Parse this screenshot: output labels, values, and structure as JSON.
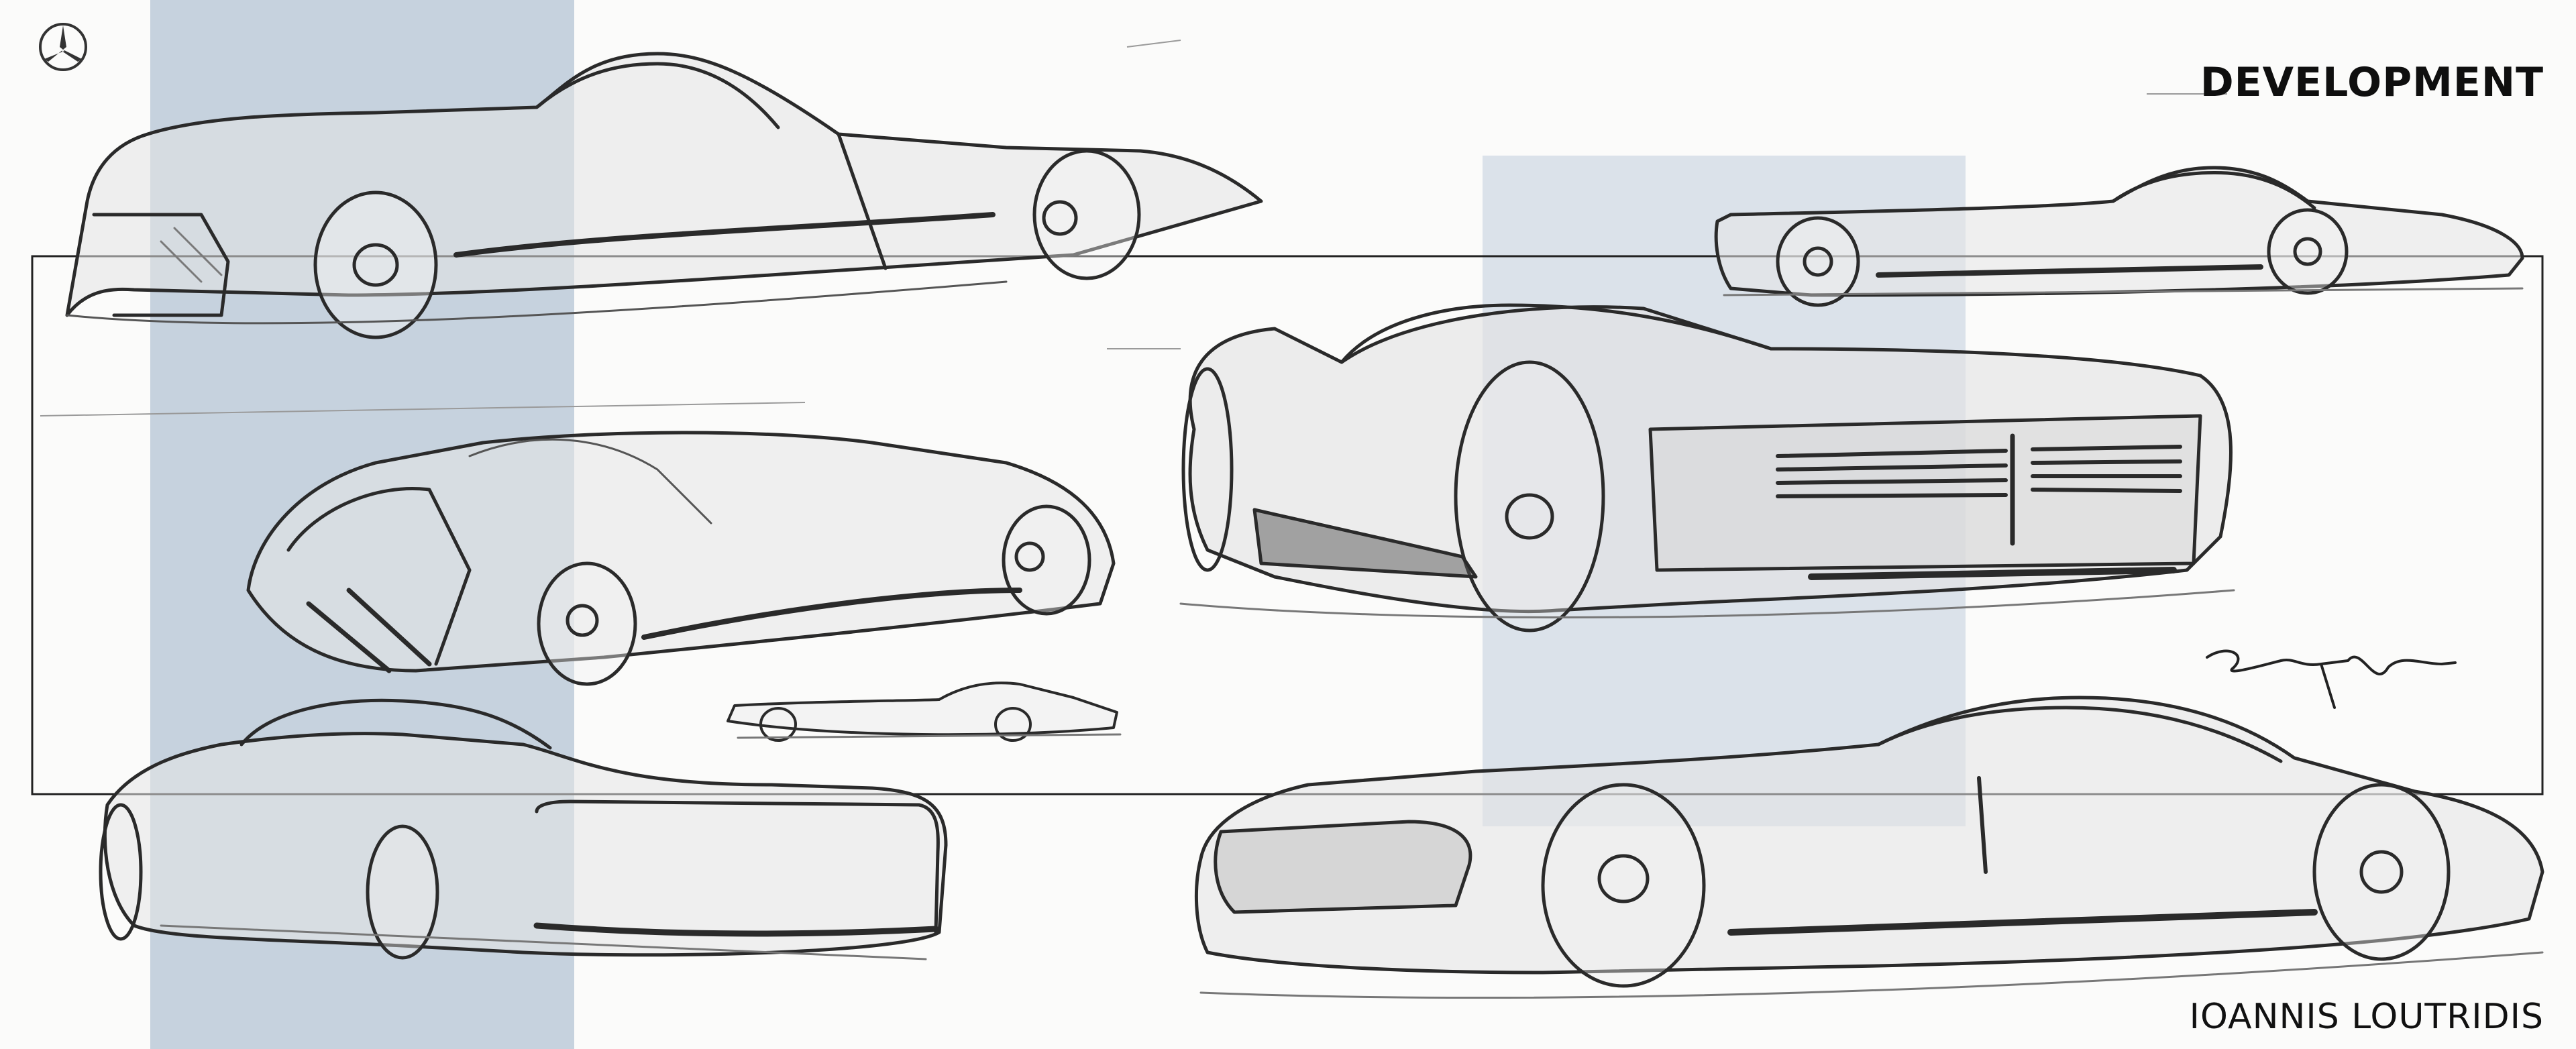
{
  "page": {
    "heading": "DEVELOPMENT",
    "credit": "IOANNIS LOUTRIDIS"
  },
  "logo": {
    "icon": "three-pointed-star-icon"
  },
  "colors": {
    "paper": "#fbfbfa",
    "accent_panel": "#c6d2de",
    "accent_panel_light": "#dbe2ea",
    "pencil": "#2a2a2a",
    "pencil_light": "#7a7a7a"
  },
  "sketches": [
    {
      "name": "sedan-sketch-top-left",
      "view": "three-quarter front"
    },
    {
      "name": "coupe-sketch-middle-left",
      "view": "three-quarter rear"
    },
    {
      "name": "profile-thumbnail-sketch",
      "view": "side"
    },
    {
      "name": "rear-sketch-bottom-left",
      "view": "three-quarter rear"
    },
    {
      "name": "front-sketch-center",
      "view": "three-quarter front"
    },
    {
      "name": "profile-sketch-top-right",
      "view": "side"
    },
    {
      "name": "coupe-sketch-bottom-right",
      "view": "three-quarter front"
    }
  ]
}
